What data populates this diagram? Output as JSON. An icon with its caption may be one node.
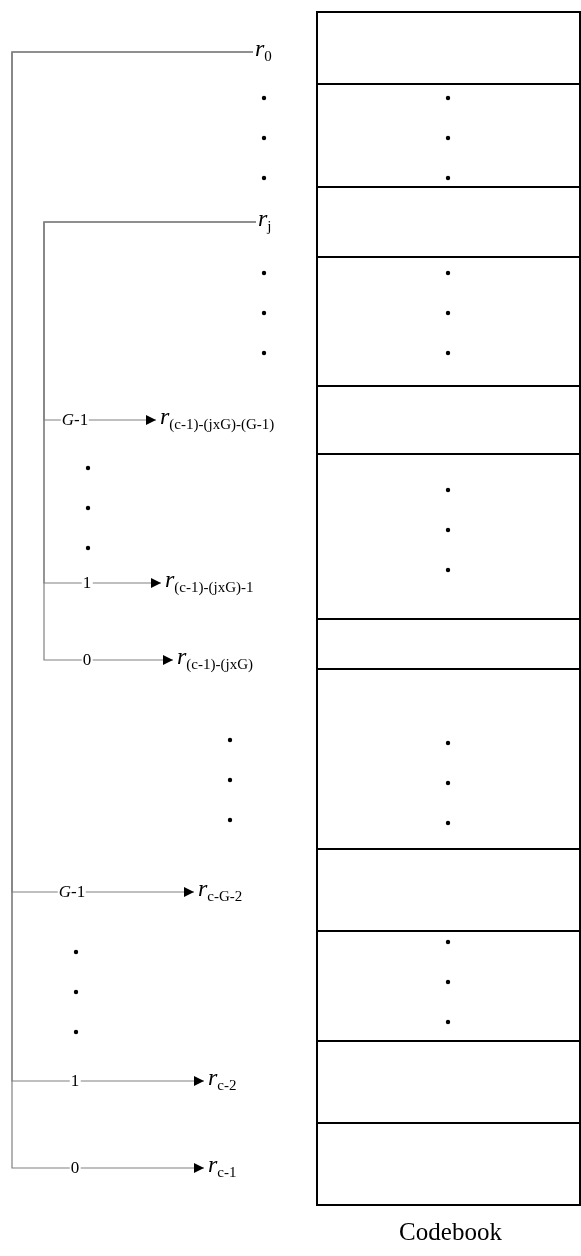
{
  "diagram": {
    "nodes": [
      {
        "text": [
          "*r*$_{0}$"
        ]
      },
      {
        "text": [
          "*r*$_{j}$"
        ]
      },
      {
        "text": [
          "*r*$_{(c-1)-(jxG)-(G-1)}$"
        ]
      },
      {
        "text": [
          "*r*$_{(c-1)-(jxG)-1}$"
        ]
      },
      {
        "text": [
          "*r*$_{(c-1)-(jxG)}$"
        ]
      },
      {
        "text": [
          "*r*$_{c-G-2}$"
        ]
      },
      {
        "text": [
          "*r*$_{c-2}$"
        ]
      },
      {
        "text": [
          "*r*$_{c-1}$"
        ]
      },
      {
        "text": [
          "Codebook"
        ]
      },
      {
        "text": [],
        "shape": "box",
        "in": 8
      },
      {
        "text": [],
        "shape": "box",
        "in": 8
      },
      {
        "text": [],
        "shape": "box",
        "in": 8
      },
      {
        "text": [],
        "shape": "box",
        "in": 8
      },
      {
        "text": [],
        "shape": "box",
        "in": 8
      },
      {
        "text": [],
        "shape": "box",
        "in": 8
      },
      {
        "text": [],
        "shape": "box",
        "in": 8
      },
      {
        "text": [],
        "shape": "box",
        "in": 8
      },
      {
        "text": [],
        "shape": "box",
        "in": 8
      },
      {
        "text": [],
        "shape": "box",
        "in": 8
      },
      {
        "text": [],
        "shape": "box",
        "in": 8
      },
      {
        "text": [],
        "shape": "box",
        "in": 8
      }
    ],
    "edges": [
      {
        "from": 0,
        "to": 5,
        "label": "*G*-1",
        "arrow": "to"
      },
      {
        "from": 0,
        "to": 6,
        "label": "1",
        "arrow": "to"
      },
      {
        "from": 0,
        "to": 7,
        "label": "0",
        "arrow": "to"
      },
      {
        "from": 1,
        "to": 2,
        "label": "*G*-1",
        "arrow": "to"
      },
      {
        "from": 1,
        "to": 3,
        "label": "1",
        "arrow": "to"
      },
      {
        "from": 1,
        "to": 4,
        "label": "0",
        "arrow": "to"
      }
    ]
  }
}
